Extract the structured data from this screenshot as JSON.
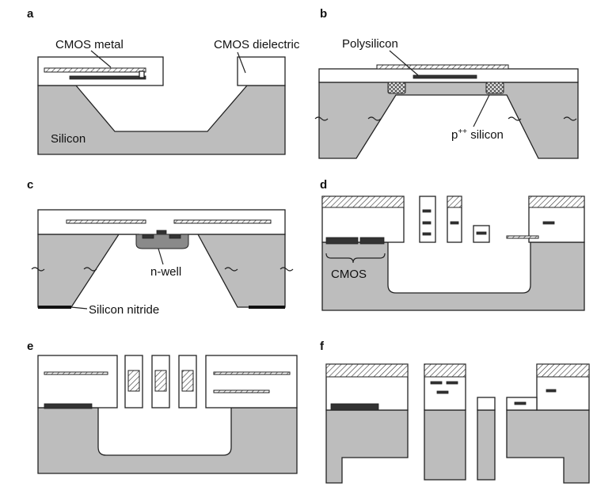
{
  "panels": [
    {
      "letter": "a",
      "labels": {
        "metal": "CMOS metal",
        "dielectric": "CMOS dielectric",
        "silicon": "Silicon"
      }
    },
    {
      "letter": "b",
      "labels": {
        "polysilicon": "Polysilicon",
        "psilicon_base": "p",
        "psilicon_sup": "++",
        "psilicon_rest": " silicon"
      }
    },
    {
      "letter": "c",
      "labels": {
        "nwell": "n-well",
        "nitride": "Silicon nitride"
      }
    },
    {
      "letter": "d",
      "labels": {
        "cmos": "CMOS"
      }
    },
    {
      "letter": "e",
      "labels": {}
    },
    {
      "letter": "f",
      "labels": {}
    }
  ],
  "colors": {
    "silicon": "#bdbdbd",
    "dielectric": "#ffffff",
    "outline": "#222222",
    "dark_layer": "#333333"
  }
}
